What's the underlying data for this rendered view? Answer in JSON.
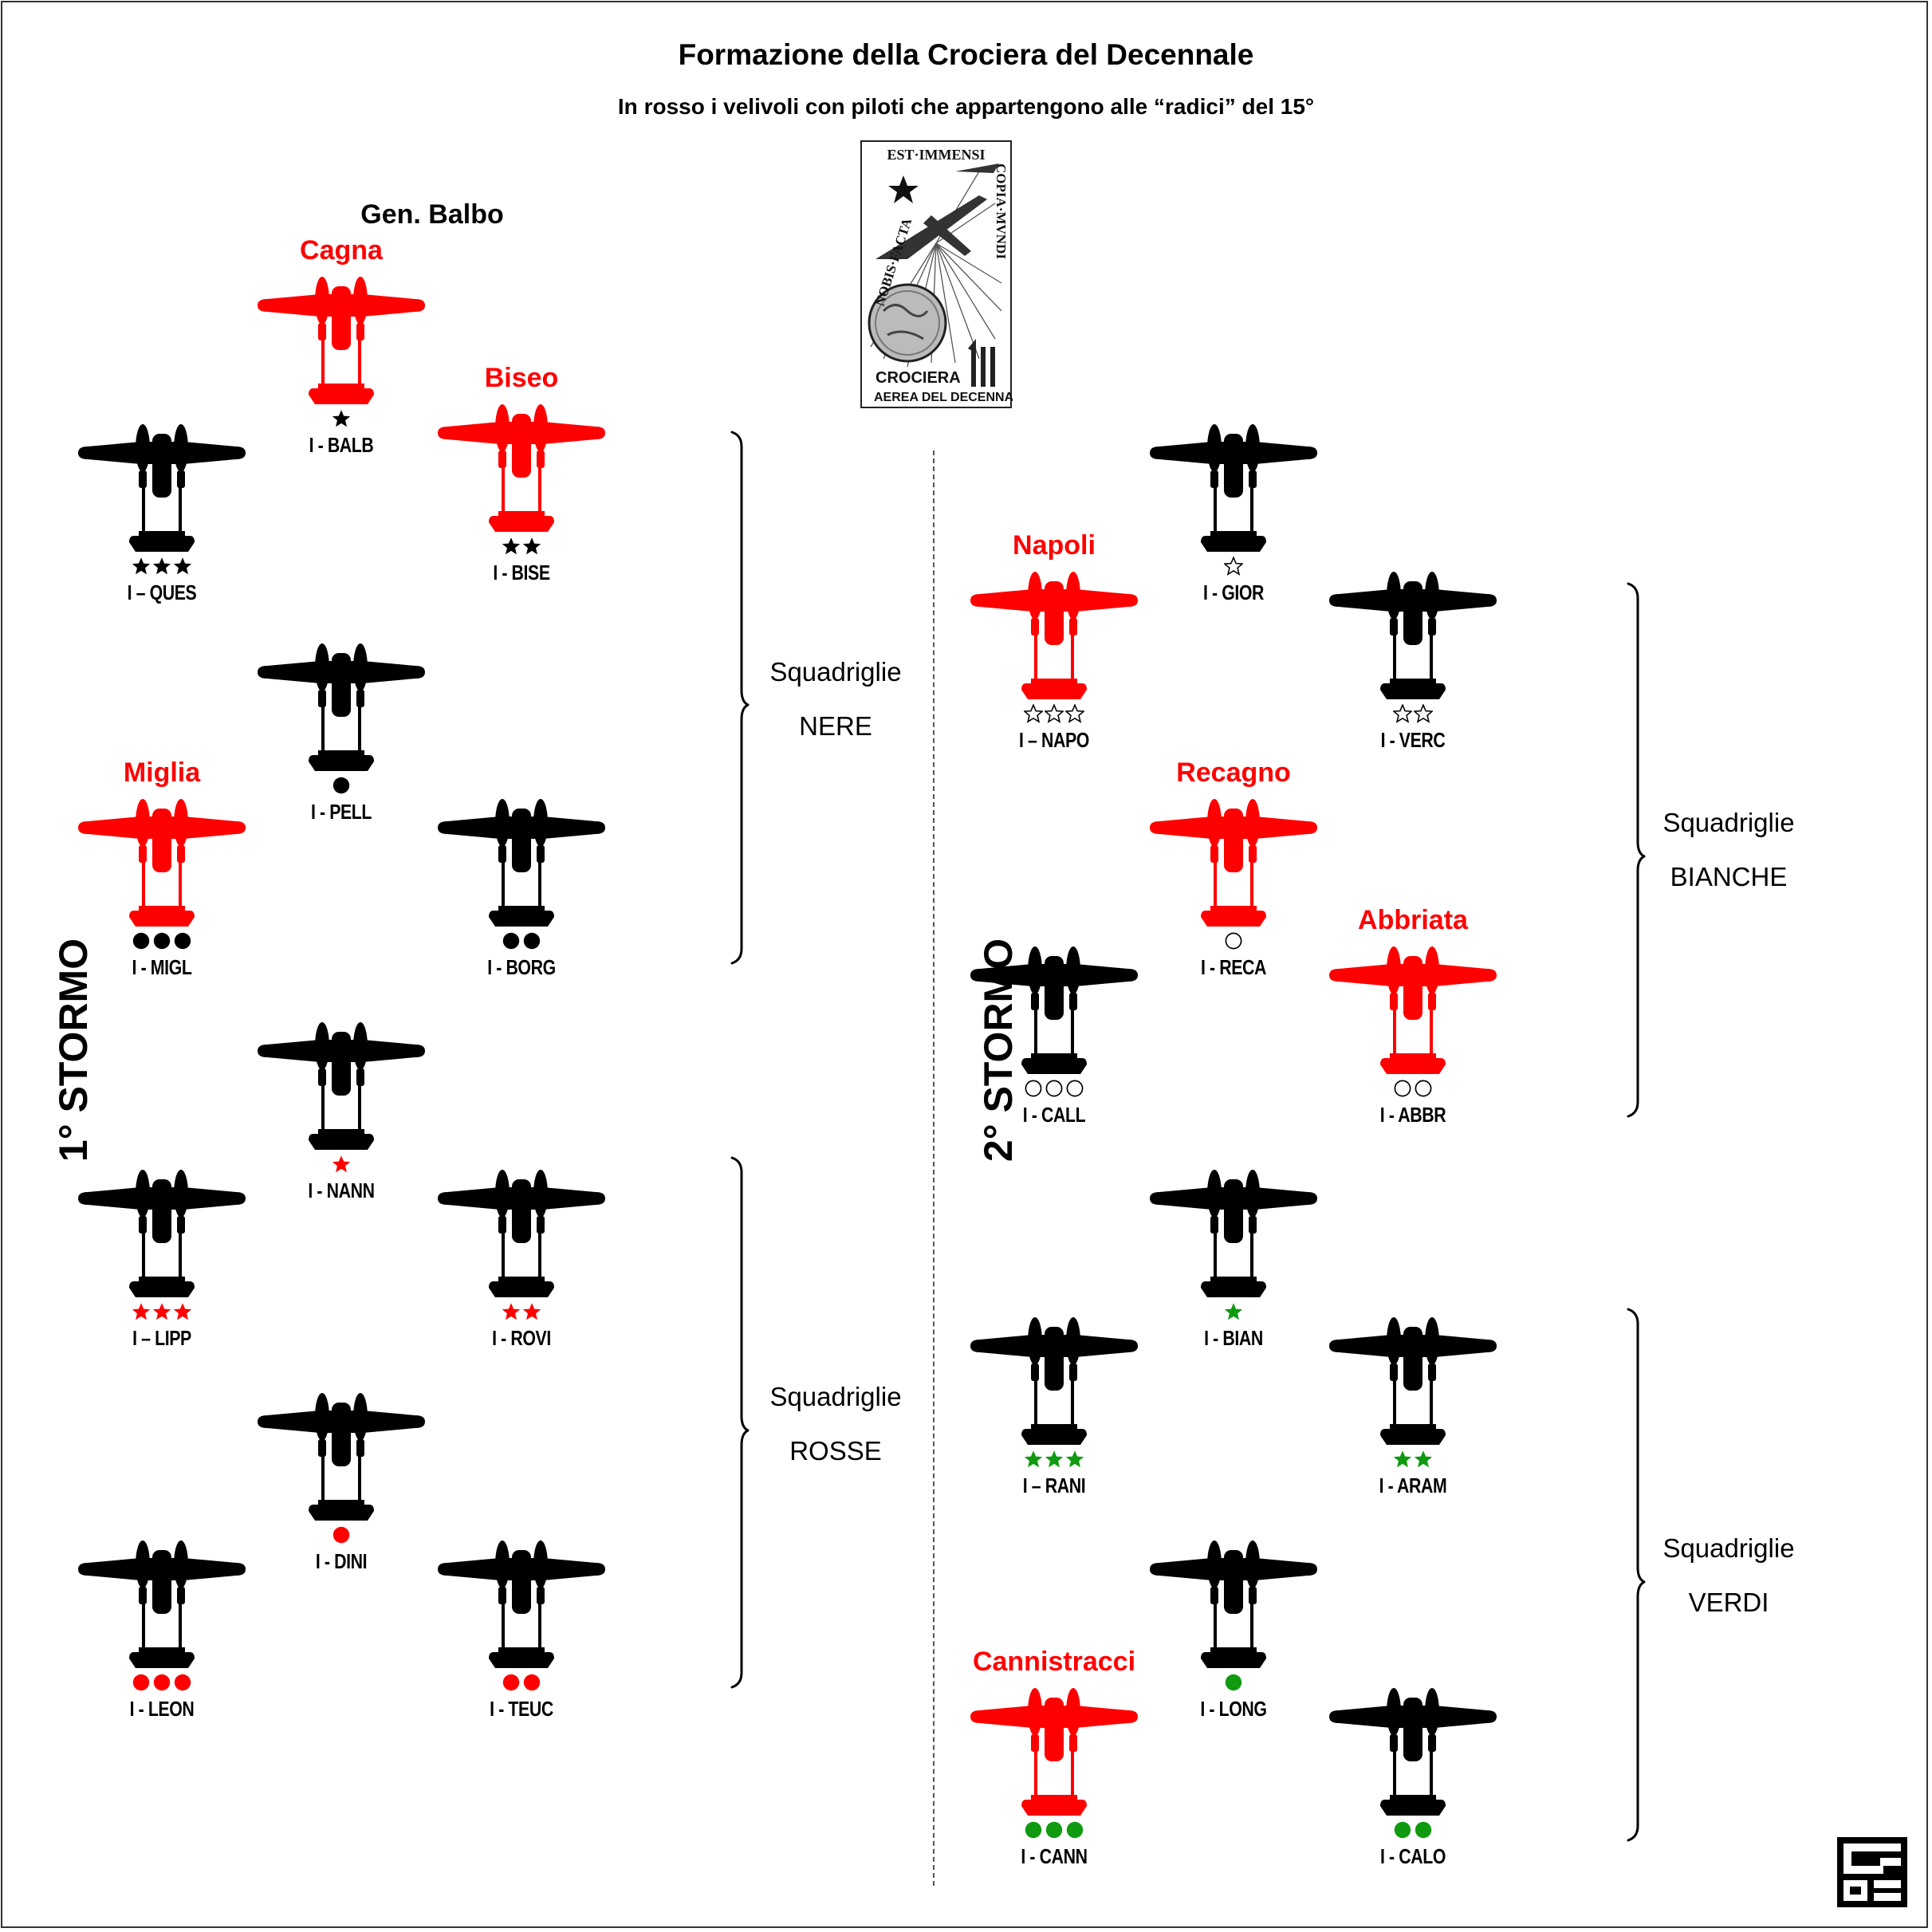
{
  "title": "Formazione della Crociera del Decennale",
  "subtitle": "In rosso i velivoli con piloti che appartengono alle “radici” del 15°",
  "colors": {
    "red": "#ff0000",
    "black": "#000000",
    "green": "#109a10",
    "white_outline": "#000000"
  },
  "commander_label": "Gen. Balbo",
  "logo": {
    "text_top": "EST·IMMENSI",
    "text_left": "NOBIS·FACTA",
    "text_right": "COPIA·MVNDI",
    "text_bottom_1": "CROCIERA",
    "text_bottom_2": "AEREA DEL DECENNALE",
    "icon": "crociera-emblem-icon"
  },
  "stormi": {
    "first": "1° STORMO",
    "second": "2° STORMO"
  },
  "groups": {
    "nere": {
      "line1": "Squadriglie",
      "line2": "NERE"
    },
    "rosse": {
      "line1": "Squadriglie",
      "line2": "ROSSE"
    },
    "bianche": {
      "line1": "Squadriglie",
      "line2": "BIANCHE"
    },
    "verdi": {
      "line1": "Squadriglie",
      "line2": "VERDI"
    }
  },
  "planes": [
    {
      "id": "balb",
      "callsign": "I - BALB",
      "color": "red",
      "pilot": "Cagna",
      "mark": "star",
      "count": 1,
      "mark_color": "black"
    },
    {
      "id": "ques",
      "callsign": "I – QUES",
      "color": "black",
      "pilot": "",
      "mark": "star",
      "count": 3,
      "mark_color": "black"
    },
    {
      "id": "bise",
      "callsign": "I - BISE",
      "color": "red",
      "pilot": "Biseo",
      "mark": "star",
      "count": 2,
      "mark_color": "black"
    },
    {
      "id": "pell",
      "callsign": "I - PELL",
      "color": "black",
      "pilot": "",
      "mark": "dot",
      "count": 1,
      "mark_color": "black"
    },
    {
      "id": "migl",
      "callsign": "I - MIGL",
      "color": "red",
      "pilot": "Miglia",
      "mark": "dot",
      "count": 3,
      "mark_color": "black"
    },
    {
      "id": "borg",
      "callsign": "I - BORG",
      "color": "black",
      "pilot": "",
      "mark": "dot",
      "count": 2,
      "mark_color": "black"
    },
    {
      "id": "nann",
      "callsign": "I - NANN",
      "color": "black",
      "pilot": "",
      "mark": "star",
      "count": 1,
      "mark_color": "red"
    },
    {
      "id": "lipp",
      "callsign": "I – LIPP",
      "color": "black",
      "pilot": "",
      "mark": "star",
      "count": 3,
      "mark_color": "red"
    },
    {
      "id": "rovi",
      "callsign": "I - ROVI",
      "color": "black",
      "pilot": "",
      "mark": "star",
      "count": 2,
      "mark_color": "red"
    },
    {
      "id": "dini",
      "callsign": "I - DINI",
      "color": "black",
      "pilot": "",
      "mark": "dot",
      "count": 1,
      "mark_color": "red"
    },
    {
      "id": "leon",
      "callsign": "I - LEON",
      "color": "black",
      "pilot": "",
      "mark": "dot",
      "count": 3,
      "mark_color": "red"
    },
    {
      "id": "teuc",
      "callsign": "I - TEUC",
      "color": "black",
      "pilot": "",
      "mark": "dot",
      "count": 2,
      "mark_color": "red"
    },
    {
      "id": "gior",
      "callsign": "I - GIOR",
      "color": "black",
      "pilot": "",
      "mark": "star-outline",
      "count": 1,
      "mark_color": "black"
    },
    {
      "id": "napo",
      "callsign": "I – NAPO",
      "color": "red",
      "pilot": "Napoli",
      "mark": "star-outline",
      "count": 3,
      "mark_color": "black"
    },
    {
      "id": "verc",
      "callsign": "I - VERC",
      "color": "black",
      "pilot": "",
      "mark": "star-outline",
      "count": 2,
      "mark_color": "black"
    },
    {
      "id": "reca",
      "callsign": "I - RECA",
      "color": "red",
      "pilot": "Recagno",
      "mark": "dot-outline",
      "count": 1,
      "mark_color": "black"
    },
    {
      "id": "call",
      "callsign": "I - CALL",
      "color": "black",
      "pilot": "",
      "mark": "dot-outline",
      "count": 3,
      "mark_color": "black"
    },
    {
      "id": "abbr",
      "callsign": "I - ABBR",
      "color": "red",
      "pilot": "Abbriata",
      "mark": "dot-outline",
      "count": 2,
      "mark_color": "black"
    },
    {
      "id": "bian",
      "callsign": "I - BIAN",
      "color": "black",
      "pilot": "",
      "mark": "star",
      "count": 1,
      "mark_color": "green"
    },
    {
      "id": "rani",
      "callsign": "I – RANI",
      "color": "black",
      "pilot": "",
      "mark": "star",
      "count": 3,
      "mark_color": "green"
    },
    {
      "id": "aram",
      "callsign": "I - ARAM",
      "color": "black",
      "pilot": "",
      "mark": "star",
      "count": 2,
      "mark_color": "green"
    },
    {
      "id": "long",
      "callsign": "I - LONG",
      "color": "black",
      "pilot": "",
      "mark": "dot",
      "count": 1,
      "mark_color": "green"
    },
    {
      "id": "cann",
      "callsign": "I - CANN",
      "color": "red",
      "pilot": "Cannistracci",
      "mark": "dot",
      "count": 3,
      "mark_color": "green"
    },
    {
      "id": "calo",
      "callsign": "I - CALO",
      "color": "black",
      "pilot": "",
      "mark": "dot",
      "count": 2,
      "mark_color": "green"
    }
  ],
  "corner_logo_icon": "publisher-logo-icon"
}
